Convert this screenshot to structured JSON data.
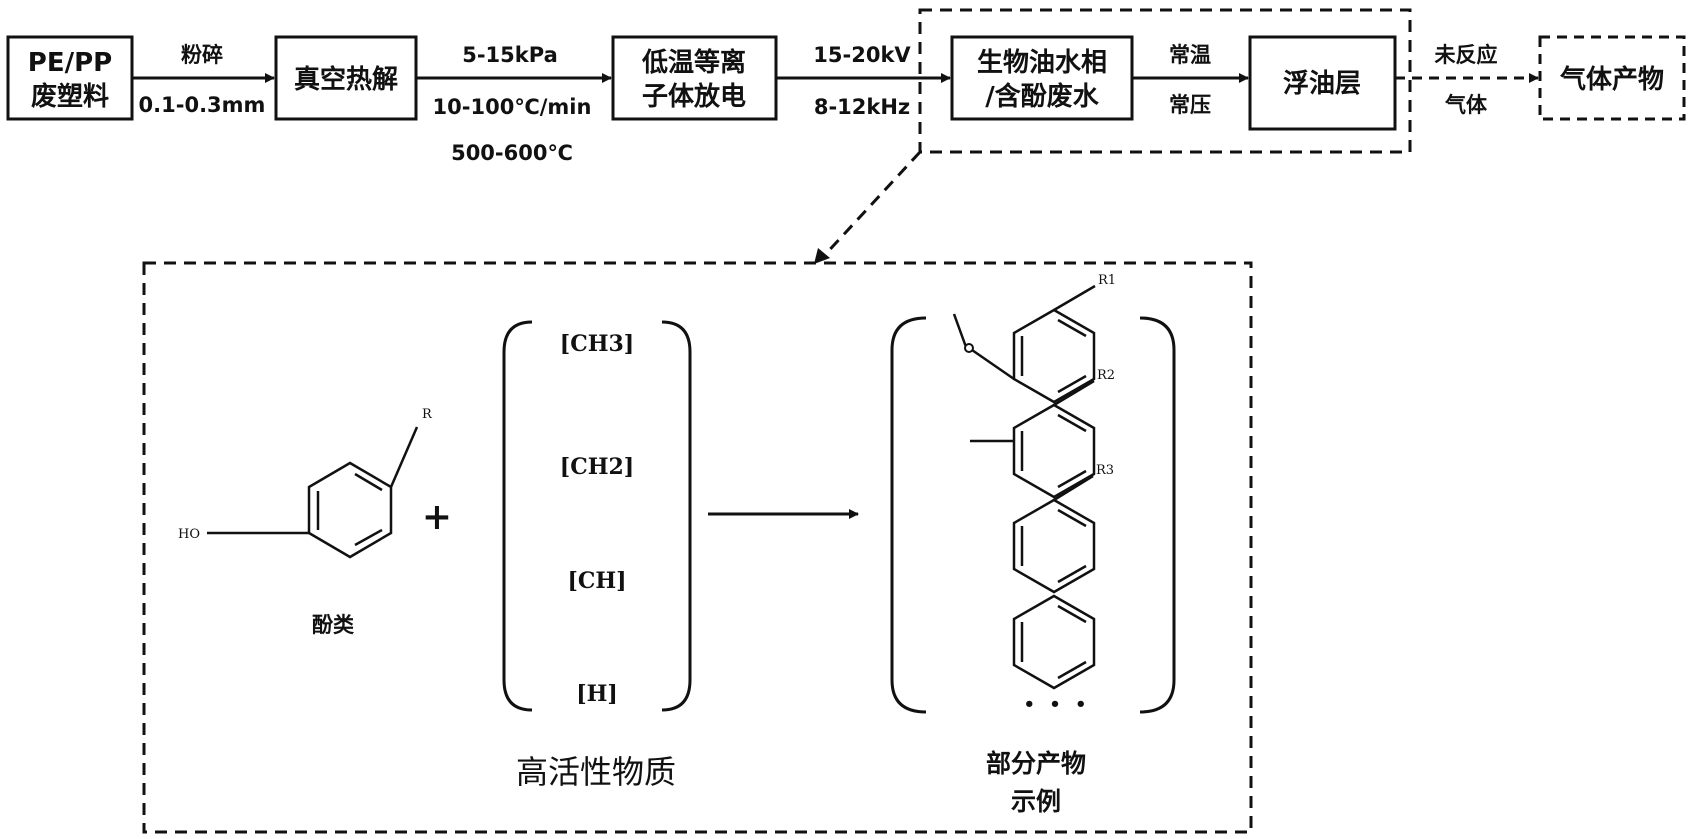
{
  "process_flow": {
    "boxes": [
      {
        "id": "pepp",
        "lines": [
          "PE/PP",
          "废塑料"
        ]
      },
      {
        "id": "pyrolysis",
        "lines": [
          "真空热解"
        ]
      },
      {
        "id": "plasma",
        "lines": [
          "低温等离",
          "子体放电"
        ]
      },
      {
        "id": "water",
        "lines": [
          "生物油水相",
          "/含酚废水"
        ]
      },
      {
        "id": "oil",
        "lines": [
          "浮油层"
        ]
      },
      {
        "id": "gas",
        "lines": [
          "气体产物"
        ]
      }
    ],
    "arrow_labels": {
      "crush": [
        "粉碎",
        "0.1-0.3mm"
      ],
      "pyrolysis_conditions": [
        "5-15kPa",
        "10-100℃/min",
        "500-600℃"
      ],
      "plasma_conditions": [
        "15-20kV",
        "8-12kHz"
      ],
      "ambient": [
        "常温",
        "常压"
      ],
      "unreacted_gas": [
        "未反应",
        "气体"
      ]
    }
  },
  "reaction": {
    "phenol_caption": "酚类",
    "phenol_substituent": "R",
    "phenol_oh": "HO",
    "plus": "+",
    "active_species": [
      "[CH3]",
      "[CH2]",
      "[CH]",
      "[H]"
    ],
    "active_caption": "高活性物质",
    "product_caption": [
      "部分产物",
      "示例"
    ],
    "ellipsis": "• • •",
    "product_atom_labels": [
      "R1",
      "R2",
      "R3"
    ]
  }
}
